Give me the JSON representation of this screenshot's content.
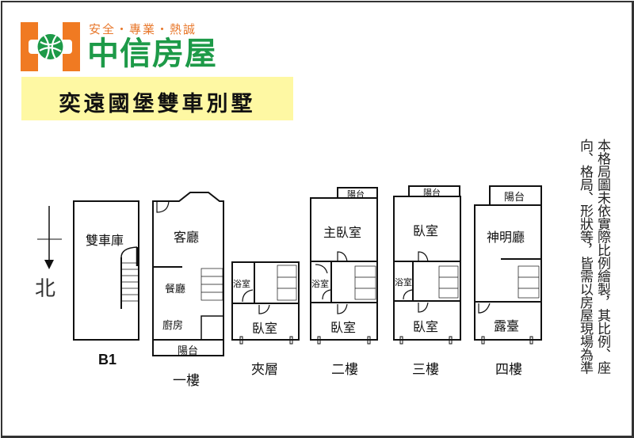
{
  "header": {
    "slogan": "安全・專業・熱誠",
    "brand": "中信房屋",
    "logo_colors": {
      "orange": "#f07a22",
      "green": "#1d9a48"
    },
    "title": "奕遠國堡雙車別墅",
    "banner_color": "#fef8a3"
  },
  "compass": {
    "label": "北",
    "icon": "north-arrow-icon"
  },
  "disclaimer": {
    "col1": "本格局圖未依實際比例繪製，其比例、座",
    "col2": "向、格局、形狀等，皆需以房屋現場為準"
  },
  "floors": [
    {
      "id": "b1",
      "label": "B1",
      "rooms": [
        "雙車庫"
      ]
    },
    {
      "id": "f1",
      "label": "一樓",
      "rooms": [
        "客廳",
        "餐廳",
        "廚房",
        "陽台"
      ]
    },
    {
      "id": "mezz",
      "label": "夾層",
      "rooms": [
        "浴室",
        "臥室"
      ]
    },
    {
      "id": "f2",
      "label": "二樓",
      "rooms": [
        "陽台",
        "主臥室",
        "浴室",
        "臥室"
      ]
    },
    {
      "id": "f3",
      "label": "三樓",
      "rooms": [
        "陽台",
        "臥室",
        "浴室",
        "臥室"
      ]
    },
    {
      "id": "f4",
      "label": "四樓",
      "rooms": [
        "陽台",
        "神明廳",
        "露臺"
      ]
    }
  ]
}
